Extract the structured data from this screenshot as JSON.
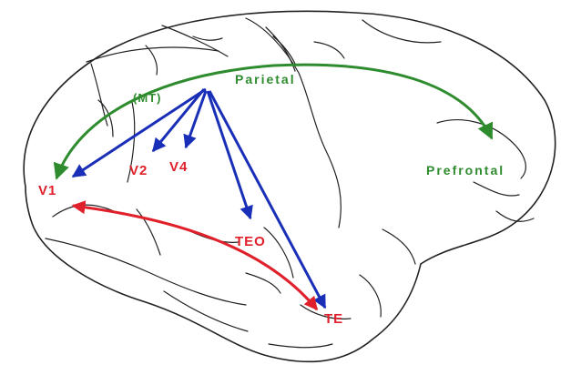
{
  "labels": {
    "v1": "V1",
    "v2": "V2",
    "v4": "V4",
    "teo": "TEO",
    "te": "TE",
    "mt": "(MT)",
    "parietal": "Parietal",
    "prefrontal": "Prefrontal"
  },
  "colors": {
    "ventral_stream": "#1a2fb8",
    "dorsal_stream": "#2e8b2e",
    "v1_te_connection": "#e0202a",
    "area_label": "#e0202a",
    "outline": "#222222"
  }
}
